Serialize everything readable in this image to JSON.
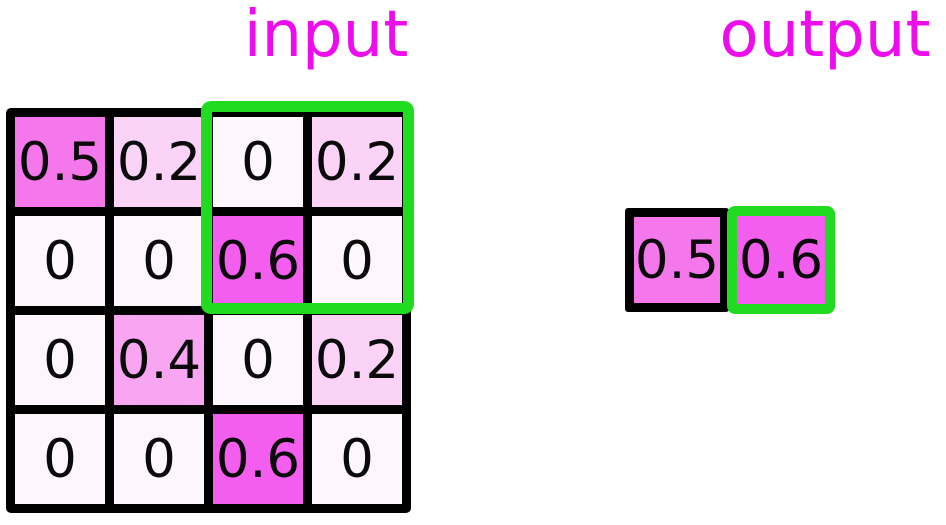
{
  "titles": {
    "input": "input",
    "output": "output"
  },
  "colors": {
    "title_text": "#EE0CEE",
    "grid_line": "#000000",
    "highlight_green": "#21DB21",
    "value_fills": {
      "0": "#FEF6FD",
      "0.2": "#FAD3F6",
      "0.4": "#F8A6F1",
      "0.5": "#F577EC",
      "0.6": "#F35EEE"
    }
  },
  "input_grid": {
    "rows": [
      [
        "0.5",
        "0.2",
        "0",
        "0.2"
      ],
      [
        "0",
        "0",
        "0.6",
        "0"
      ],
      [
        "0",
        "0.4",
        "0",
        "0.2"
      ],
      [
        "0",
        "0",
        "0.6",
        "0"
      ]
    ],
    "highlighted_window": {
      "row_start": 0,
      "col_start": 2,
      "row_span": 2,
      "col_span": 2
    }
  },
  "output_row": {
    "cells": [
      {
        "value": "0.5",
        "highlighted": false
      },
      {
        "value": "0.6",
        "highlighted": true
      }
    ]
  }
}
